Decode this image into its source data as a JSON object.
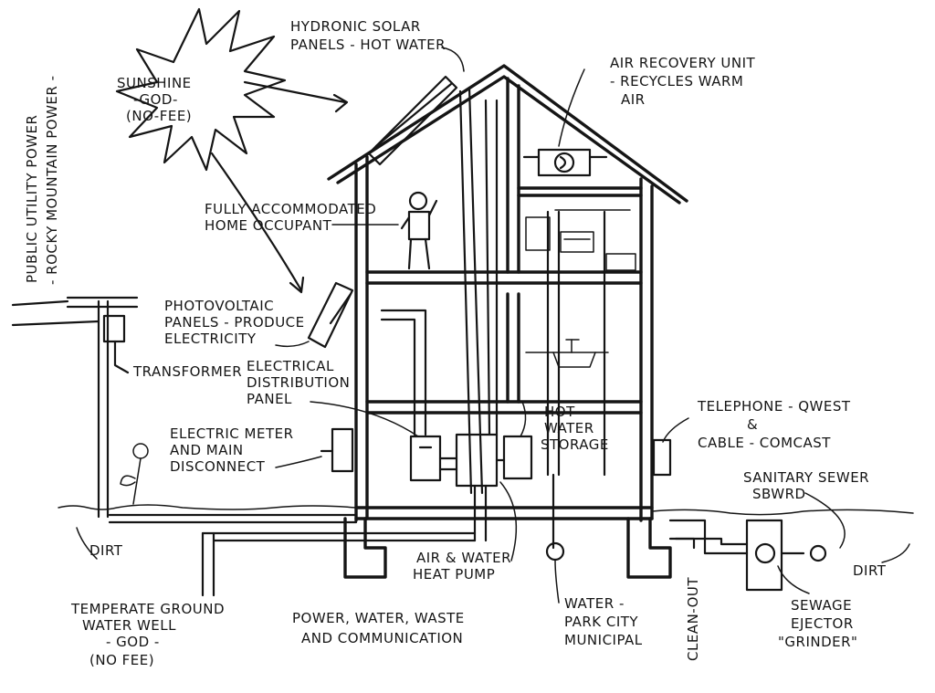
{
  "labels": {
    "sunshine": [
      "SUNSHINE",
      "-GOD-",
      "(NO-FEE)"
    ],
    "hydronic": [
      "HYDRONIC SOLAR",
      "PANELS - HOT WATER"
    ],
    "air_recovery": [
      "AIR RECOVERY UNIT",
      "- RECYCLES WARM",
      "AIR"
    ],
    "occupant": [
      "FULLY ACCOMMODATED",
      "HOME OCCUPANT"
    ],
    "public_utility": [
      "PUBLIC UTILITY POWER",
      "- ROCKY MOUNTAIN POWER -"
    ],
    "photovoltaic": [
      "PHOTOVOLTAIC",
      "PANELS - PRODUCE",
      "ELECTRICITY"
    ],
    "transformer": "TRANSFORMER",
    "electrical_panel": [
      "ELECTRICAL",
      "DISTRIBUTION",
      "PANEL"
    ],
    "hot_water": [
      "HOT",
      "WATER",
      "STORAGE"
    ],
    "telephone": [
      "TELEPHONE - QWEST",
      "&",
      "CABLE - COMCAST"
    ],
    "meter": [
      "ELECTRIC METER",
      "AND MAIN",
      "DISCONNECT"
    ],
    "sanitary_sewer": [
      "SANITARY SEWER",
      "SBWRD"
    ],
    "dirt_left": "DIRT",
    "dirt_right": "DIRT",
    "heat_pump": [
      "AIR & WATER",
      "HEAT PUMP"
    ],
    "ground_well": [
      "TEMPERATE GROUND",
      "WATER WELL",
      "- GOD -",
      "(NO FEE)"
    ],
    "power_water": [
      "POWER, WATER, WASTE",
      "AND COMMUNICATION"
    ],
    "water_municipal": [
      "WATER -",
      "PARK CITY",
      "MUNICIPAL"
    ],
    "clean_out": "CLEAN-OUT",
    "sewage_ejector": [
      "SEWAGE",
      "EJECTOR",
      "\"GRINDER\""
    ]
  },
  "colors": {
    "ink": "#151515",
    "paper": "#ffffff"
  }
}
